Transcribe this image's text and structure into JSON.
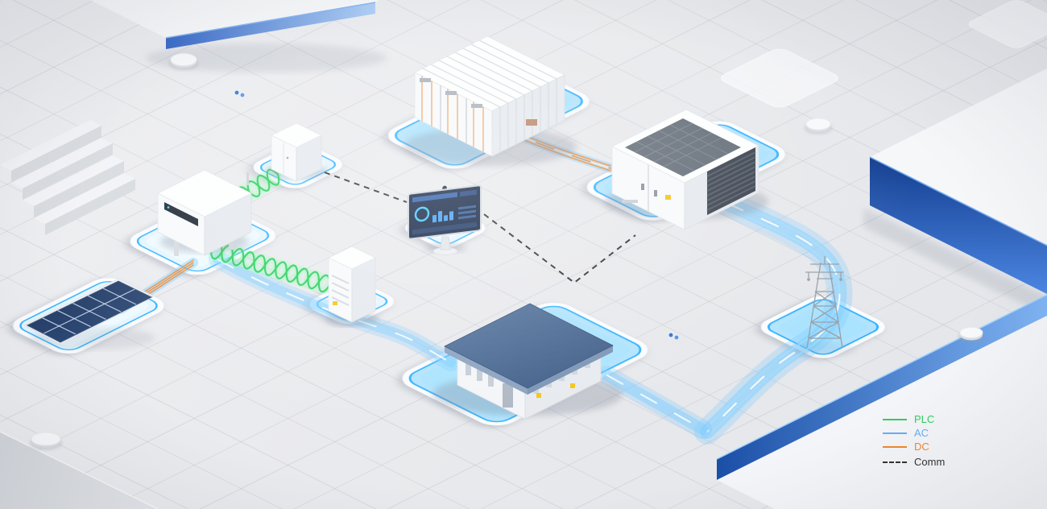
{
  "diagram": {
    "legend": {
      "items": [
        {
          "id": "plc",
          "label": "PLC",
          "color": "#2ccf5e",
          "style": "solid"
        },
        {
          "id": "ac",
          "label": "AC",
          "color": "#66aef6",
          "style": "solid"
        },
        {
          "id": "dc",
          "label": "DC",
          "color": "#ef862b",
          "style": "solid"
        },
        {
          "id": "comm",
          "label": "Comm",
          "color": "#2e2e2e",
          "style": "dashed"
        }
      ]
    },
    "colors": {
      "plc": "#2ccf5e",
      "ac": "#66aef6",
      "dc": "#ef862b",
      "comm": "#2e2e2e",
      "pad_stroke": "#35b5ff"
    },
    "nodes": [
      {
        "id": "solar-array"
      },
      {
        "id": "string-inverter"
      },
      {
        "id": "control-cabinet"
      },
      {
        "id": "battery-cabinet"
      },
      {
        "id": "ess-container"
      },
      {
        "id": "pcs-transformer"
      },
      {
        "id": "monitoring-terminal"
      },
      {
        "id": "substation-building"
      },
      {
        "id": "transmission-tower"
      }
    ],
    "links": [
      {
        "from": "solar-array",
        "to": "string-inverter",
        "type": "DC"
      },
      {
        "from": "string-inverter",
        "to": "control-cabinet",
        "type": "PLC"
      },
      {
        "from": "string-inverter",
        "to": "battery-cabinet",
        "type": "PLC"
      },
      {
        "from": "string-inverter",
        "to": "substation-building",
        "type": "AC"
      },
      {
        "from": "ess-container",
        "to": "pcs-transformer",
        "type": "DC"
      },
      {
        "from": "pcs-transformer",
        "to": "transmission-tower",
        "type": "AC"
      },
      {
        "from": "substation-building",
        "to": "grid",
        "type": "AC"
      },
      {
        "from": "monitoring-terminal",
        "to": "control-cabinet",
        "type": "Comm"
      },
      {
        "from": "monitoring-terminal",
        "to": "pcs-transformer",
        "type": "Comm"
      }
    ]
  }
}
